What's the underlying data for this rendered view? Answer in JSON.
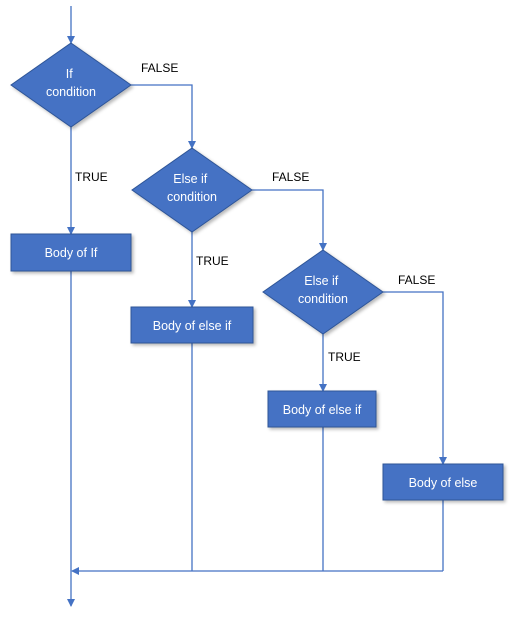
{
  "colors": {
    "shape_fill": "#4472C4",
    "shape_stroke": "#2F5597",
    "line": "#4472C4",
    "label_text": "#000000",
    "shape_text": "#FFFFFF"
  },
  "nodes": {
    "if_condition": {
      "lines": [
        "If",
        "condition"
      ]
    },
    "body_of_if": {
      "label": "Body of If"
    },
    "else_if_condition_1": {
      "lines": [
        "Else if",
        "condition"
      ]
    },
    "body_of_else_if_1": {
      "label": "Body of else if"
    },
    "else_if_condition_2": {
      "lines": [
        "Else if",
        "condition"
      ]
    },
    "body_of_else_if_2": {
      "label": "Body of else if"
    },
    "body_of_else": {
      "label": "Body of else"
    }
  },
  "edge_labels": {
    "if_false": "FALSE",
    "if_true": "TRUE",
    "else_if_1_false": "FALSE",
    "else_if_1_true": "TRUE",
    "else_if_2_false": "FALSE",
    "else_if_2_true": "TRUE"
  }
}
